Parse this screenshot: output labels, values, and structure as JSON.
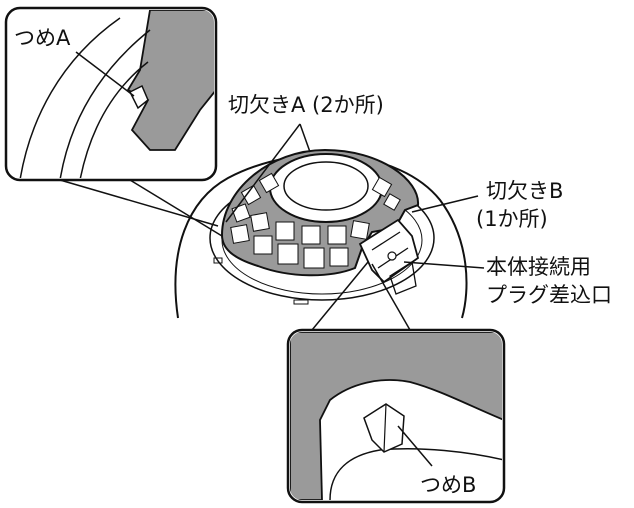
{
  "labels": {
    "claw_a": "つめA",
    "notch_a": "切欠きA (2か所)",
    "notch_b_line1": "切欠きB",
    "notch_b_line2": "(1か所)",
    "plug_port_line1": "本体接続用",
    "plug_port_line2": "プラグ差込口",
    "claw_b": "つめB"
  },
  "colors": {
    "line": "#111111",
    "part_fill": "#9a9a9a",
    "background": "#ffffff"
  }
}
